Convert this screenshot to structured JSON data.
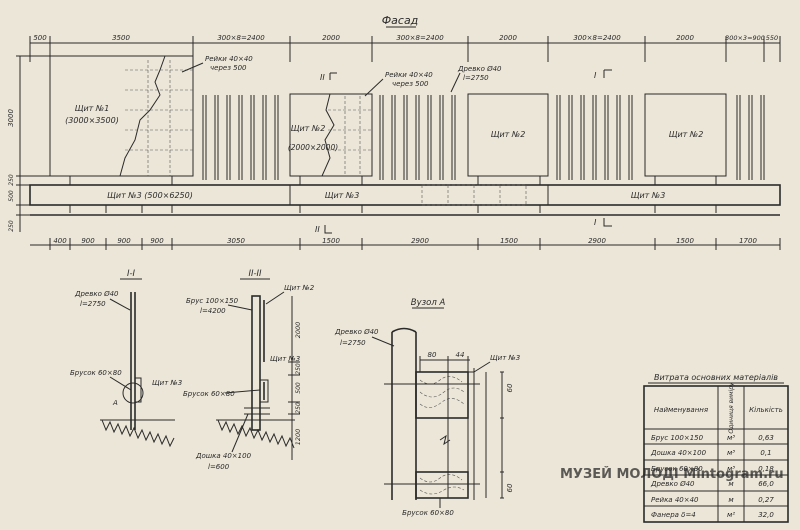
{
  "title": "Фасад",
  "top_dims": [
    "500",
    "3500",
    "300×8=2400",
    "2000",
    "300×8=2400",
    "2000",
    "300×8=2400",
    "2000",
    "300×3=900",
    "550"
  ],
  "bottom_dims_left": [
    "400",
    "900",
    "900",
    "900",
    "3050"
  ],
  "bottom_dims_right": [
    "1500",
    "2900",
    "1500",
    "2900",
    "1500",
    "1700"
  ],
  "height_dims": [
    "3000",
    "250",
    "500",
    "250"
  ],
  "labels": {
    "shield1": "Щит №1",
    "shield1_size": "(3000×3500)",
    "rails1": "Рейки 40×40",
    "rails1_step": "через 500",
    "shield2a": "Щит №2",
    "shield2a_size": "(2000×2000)",
    "rails2": "Рейки 40×40",
    "rails2_step": "через 500",
    "pole": "Древко Ø40",
    "pole_len": "l=2750",
    "shield2b": "Щит №2",
    "shield2c": "Щит №2",
    "shield3a": "Щит №3  (500×6250)",
    "shield3b": "Щит №3",
    "shield3c": "Щит №3",
    "cut2_top": "II",
    "cut1_top": "I",
    "cut2_bot": "II",
    "cut1_bot": "I"
  },
  "section1": {
    "title": "I-I",
    "pole": "Древко Ø40",
    "pole_len": "l=2750",
    "shield": "Щит №3",
    "block": "Брусок 60×80",
    "node": "А"
  },
  "section2": {
    "title": "II-II",
    "beam": "Брус 100×150",
    "beam_len": "l=4200",
    "shield2": "Щит №2",
    "shield3": "Щит №3",
    "block": "Брусок 60×80",
    "board": "Дошка 40×100",
    "board_len": "l=600",
    "dims": [
      "2000",
      "250",
      "500",
      "250",
      "1200"
    ]
  },
  "node_a": {
    "title": "Вузол А",
    "pole": "Древко Ø40",
    "pole_len": "l=2750",
    "shield": "Щит №3",
    "block": "Брусок 60×80",
    "dims": [
      "80",
      "44",
      "60",
      "60"
    ]
  },
  "table": {
    "title": "Витрата основних матеріалів",
    "headers": [
      "Найменування",
      "Одиниця виміру",
      "Кількість"
    ],
    "rows": [
      [
        "Брус 100×150",
        "м³",
        "0,63"
      ],
      [
        "Дошка 40×100",
        "м³",
        "0,1"
      ],
      [
        "Брусок 60×80",
        "м³",
        "0,18"
      ],
      [
        "Древко Ø40",
        "м",
        "66,0"
      ],
      [
        "Рейка 40×40",
        "м",
        "0,27"
      ],
      [
        "Фанера δ=4",
        "м²",
        "32,0"
      ]
    ]
  },
  "watermark": "МУЗЕЙ МОЛОДІ Mintogram.ru"
}
